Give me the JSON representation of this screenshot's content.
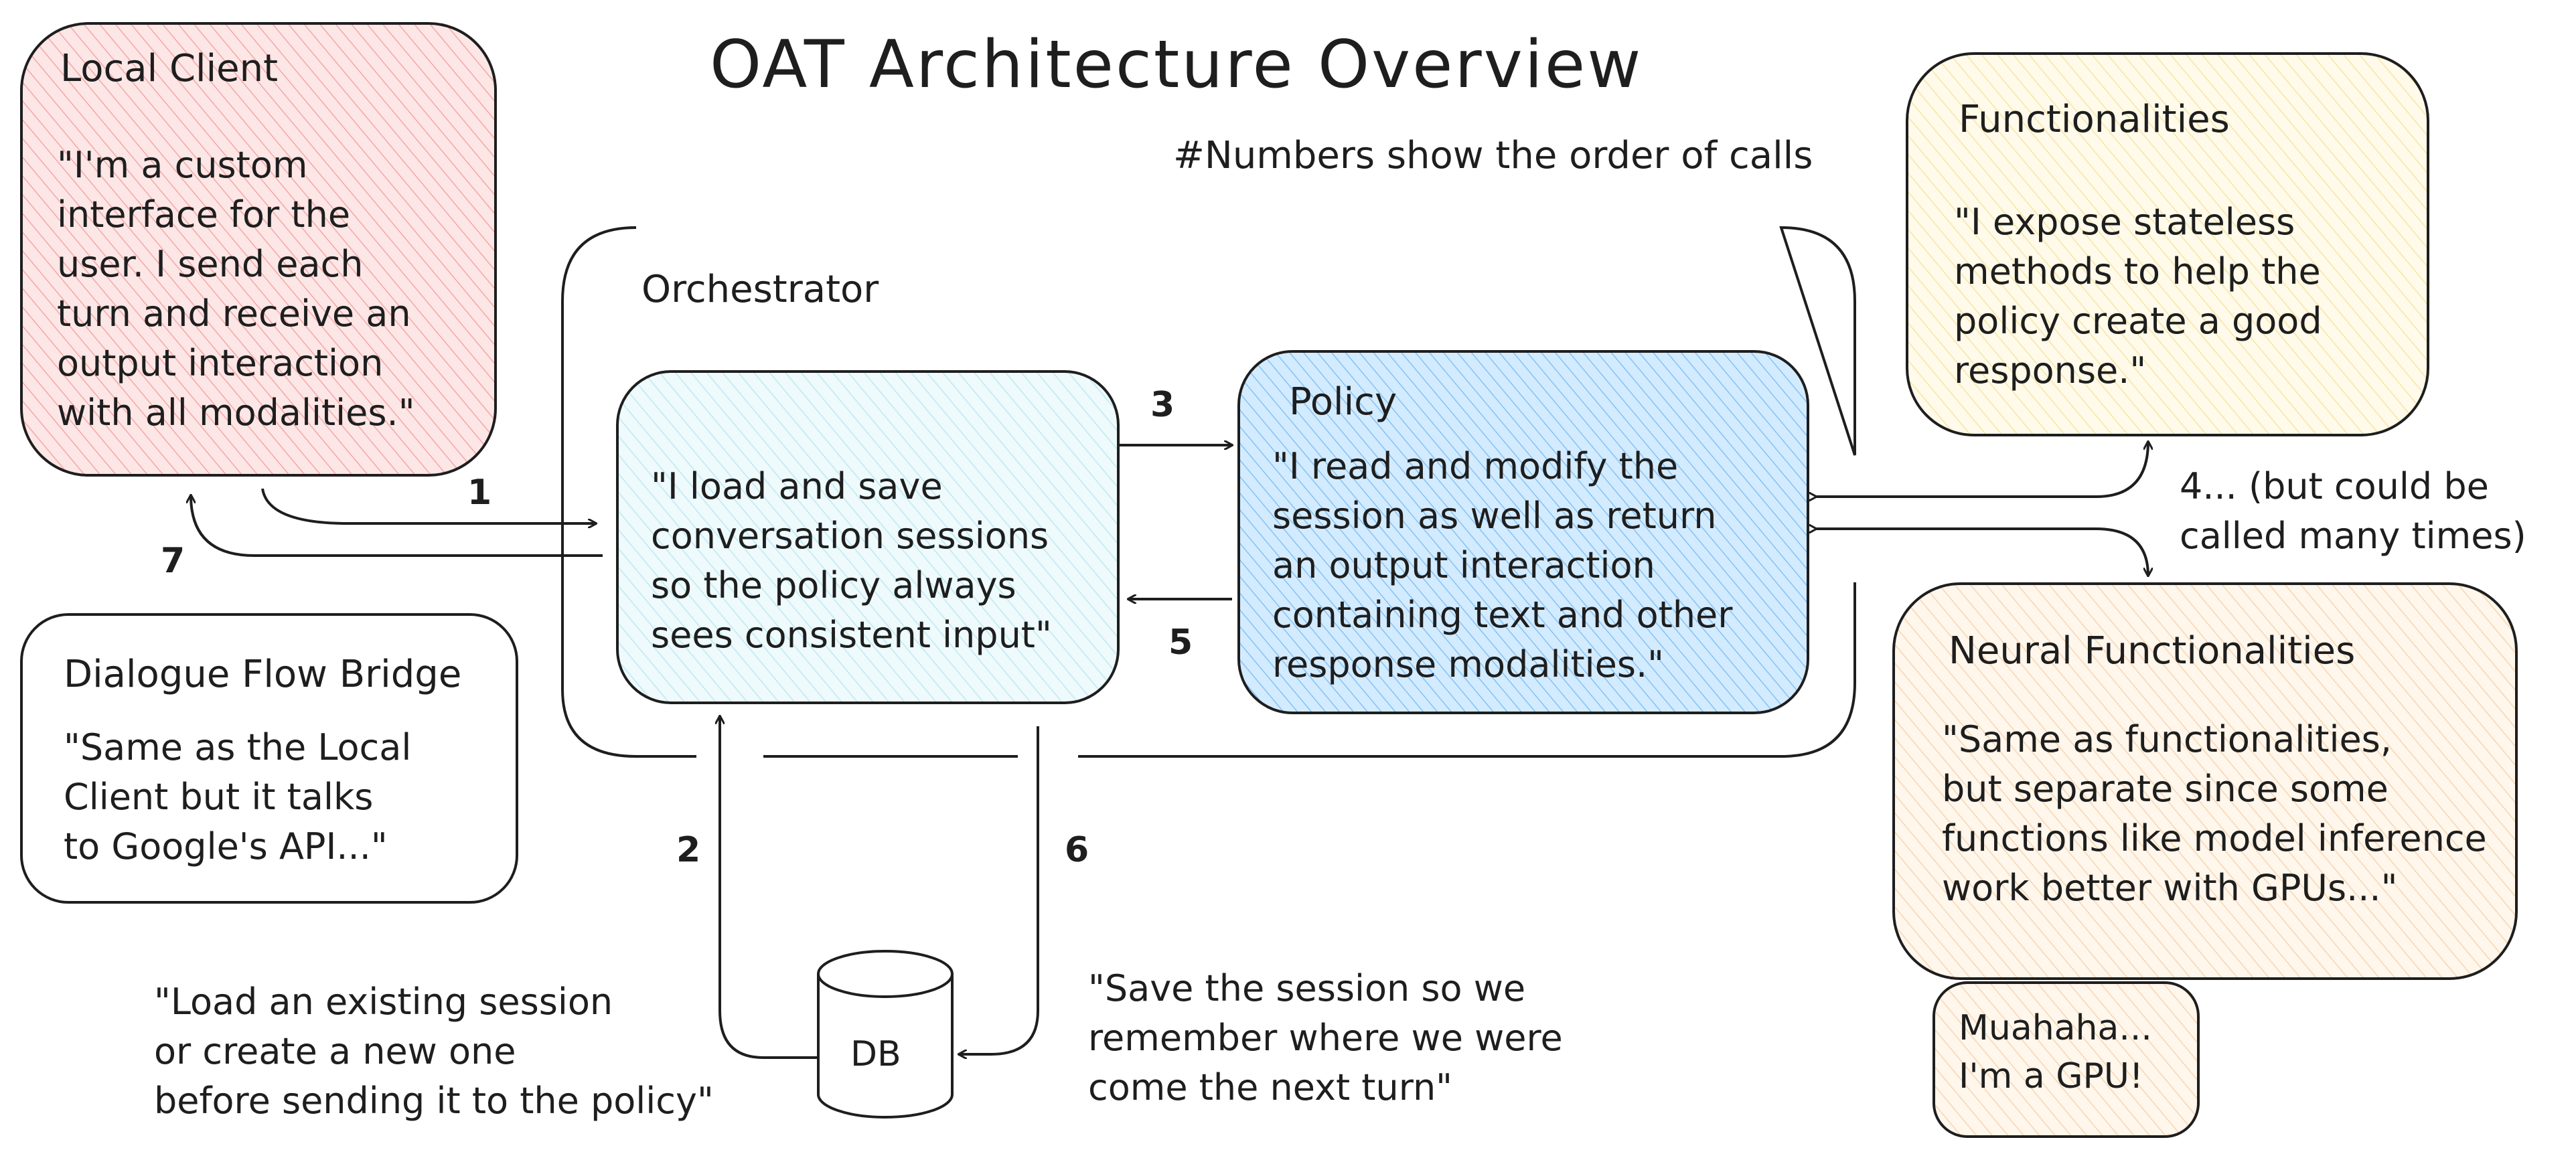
{
  "title": "OAT Architecture Overview",
  "note": "#Numbers show the order of calls",
  "orchestrator": {
    "label": "Orchestrator"
  },
  "local_client": {
    "title": "Local Client",
    "text": "\"I'm a custom\ninterface for the\nuser. I send each\nturn and receive an\noutput interaction\nwith all modalities.\""
  },
  "dialogue_flow_bridge": {
    "title": "Dialogue Flow Bridge",
    "text": "\"Same as the Local\nClient but it talks\nto Google's API...\""
  },
  "orchestrator_inner": {
    "text": "\"I load and save\nconversation sessions\nso the policy always\nsees consistent input\""
  },
  "policy": {
    "title": "Policy",
    "text": "\"I read and modify the\nsession as well as return\nan output interaction\ncontaining text and other\nresponse modalities.\""
  },
  "functionalities": {
    "title": "Functionalities",
    "text": "\"I expose stateless\nmethods to help the\npolicy create a good\nresponse.\""
  },
  "neural_functionalities": {
    "title": "Neural Functionalities",
    "text": "\"Same as functionalities,\nbut separate since some\nfunctions like model inference\nwork better with GPUs...\""
  },
  "gpu_box": {
    "text": "Muahaha...\nI'm a GPU!"
  },
  "db": {
    "label": "DB"
  },
  "arrows": {
    "n1": "1",
    "n2": "2",
    "n3": "3",
    "n4": "4... (but could be\ncalled many times)",
    "n5": "5",
    "n6": "6",
    "n7": "7"
  },
  "captions": {
    "load": "\"Load an existing session\nor create a new one\nbefore sending it to the policy\"",
    "save": "\"Save the session so we\nremember where we were\ncome the next turn\""
  },
  "colors": {
    "local_client_fill": "#ffc9c9",
    "orchestrator_inner_fill": "#d9f4f7",
    "policy_fill": "#a5d8ff",
    "functionalities_fill": "#fff3bf",
    "neural_fill": "#ffe8cc",
    "gpu_fill": "#ffe8cc",
    "stroke": "#1e1e1e"
  }
}
